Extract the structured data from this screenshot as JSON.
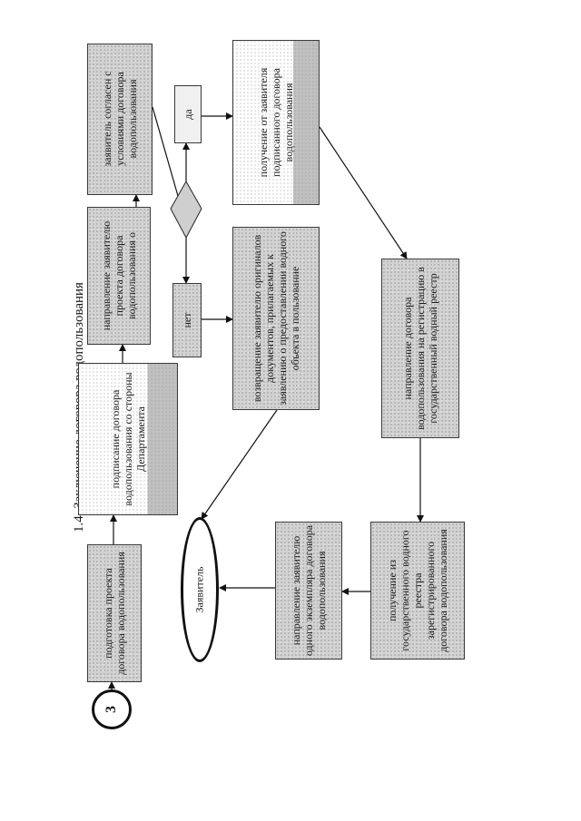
{
  "title": "1.4. Заключение договора водопользования",
  "start": {
    "label": "3"
  },
  "applicant": {
    "label": "Заявитель"
  },
  "decision": {
    "yes": "да",
    "no": "нет"
  },
  "steps": {
    "prepare": "подготовка проекта договора водопользования",
    "sign": "подписание договора водопользования со стороны Департамента",
    "send_draft": "направление заявителю проекта договора водопользования о",
    "agree": "заявитель согласен с условиями договора водопользования",
    "receive_signed": "получение от заявителя подписанного договора водопользования",
    "return_docs": "возвращение заявителю оригиналов документов, прилагаемых к заявлению о предоставлении водного объекта в пользование",
    "send_register": "направление договора водопользования на регистрацию в государственный водный реестр",
    "receive_registered": "получение из государственного водного реестра зарегистрированного договора водопользования",
    "send_copy": "направление заявителю одного экземпляра договора водопользования"
  }
}
